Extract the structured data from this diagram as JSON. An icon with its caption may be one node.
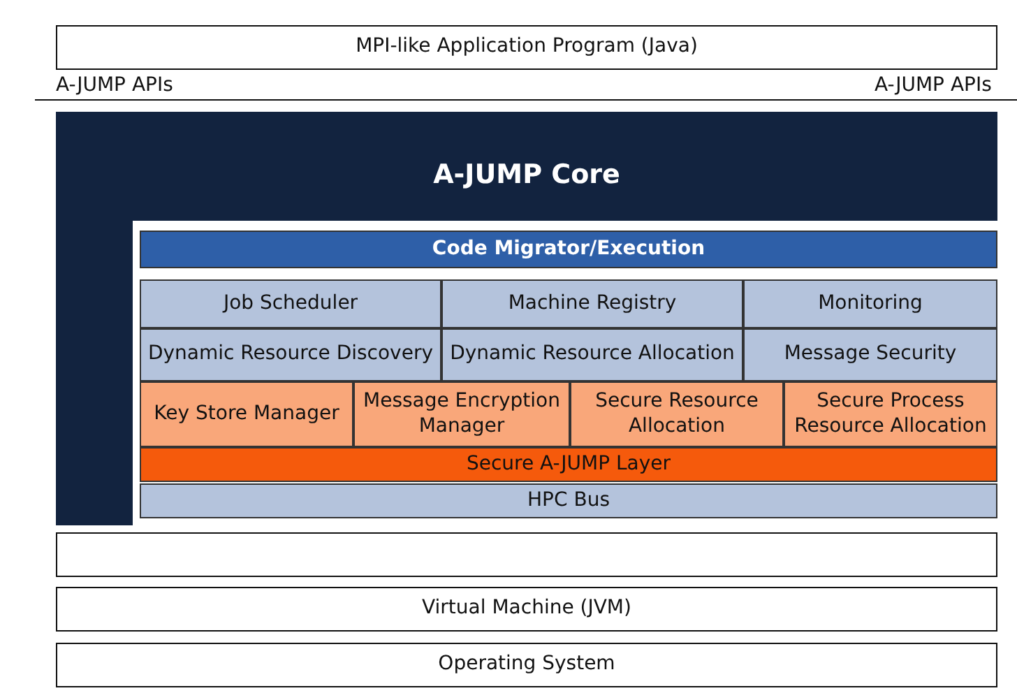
{
  "diagram": {
    "nodes": [
      {
        "text": [
          "MPI-like Application Program (Java)"
        ]
      },
      {
        "text": [
          "A-JUMP Core"
        ]
      },
      {
        "text": [
          "Code Migrator/Execution"
        ],
        "in": 1
      },
      {
        "text": [
          "Job Scheduler"
        ],
        "in": 1
      },
      {
        "text": [
          "Machine Registry"
        ],
        "in": 1
      },
      {
        "text": [
          "Monitoring"
        ],
        "in": 1
      },
      {
        "text": [
          "Dynamic Resource Discovery"
        ],
        "in": 1
      },
      {
        "text": [
          "Dynamic Resource Allocation"
        ],
        "in": 1
      },
      {
        "text": [
          "Message Security"
        ],
        "in": 1
      },
      {
        "text": [
          "Key Store Manager"
        ],
        "in": 1
      },
      {
        "text": [
          "Message Encryption Manager"
        ],
        "in": 1
      },
      {
        "text": [
          "Secure Resource Allocation"
        ],
        "in": 1
      },
      {
        "text": [
          "Secure Process Resource Allocation"
        ],
        "in": 1
      },
      {
        "text": [
          "Secure A-JUMP Layer"
        ],
        "in": 1
      },
      {
        "text": [
          "HPC Bus"
        ],
        "in": 1
      },
      {
        "text": [],
        "shape": "box"
      },
      {
        "text": [
          "Virtual Machine (JVM)"
        ]
      },
      {
        "text": [
          "Operating System"
        ]
      }
    ],
    "edges": [],
    "labels": [
      "A-JUMP APIs",
      "A-JUMP APIs"
    ]
  }
}
